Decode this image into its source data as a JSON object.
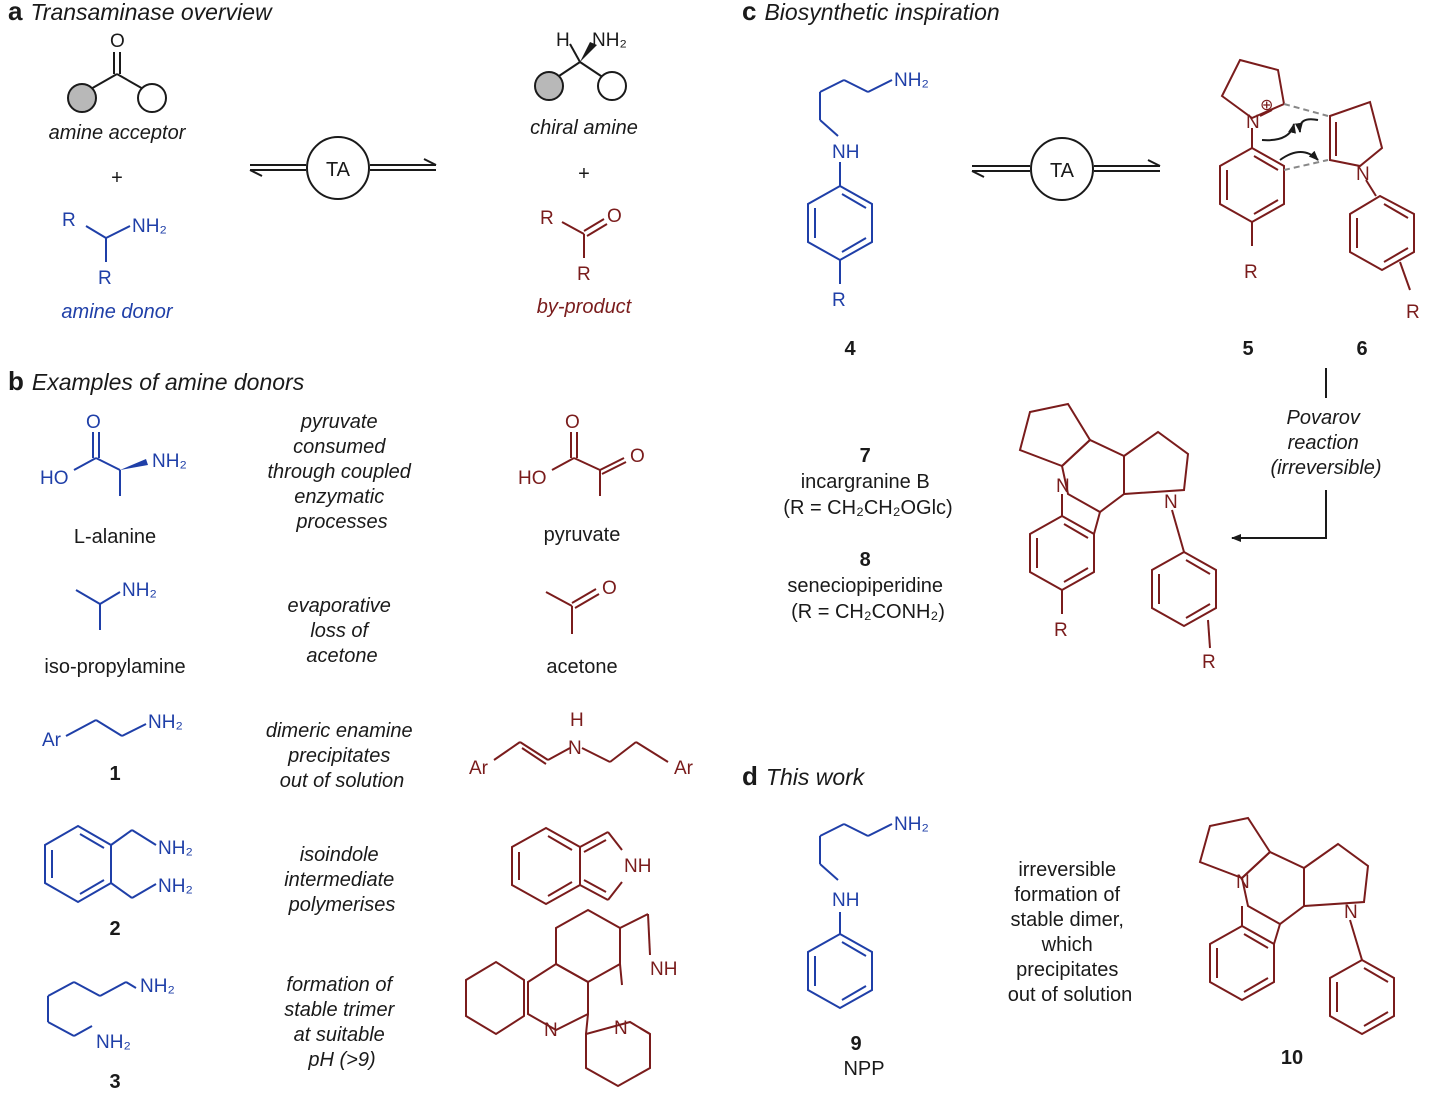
{
  "panels": {
    "a": {
      "letter": "a",
      "title": "Transaminase overview"
    },
    "b": {
      "letter": "b",
      "title": "Examples of amine donors"
    },
    "c": {
      "letter": "c",
      "title": "Biosynthetic inspiration"
    },
    "d": {
      "letter": "d",
      "title": "This work"
    }
  },
  "overview": {
    "enzyme": "TA",
    "plus": "+",
    "acceptor": "amine acceptor",
    "donor": "amine donor",
    "product": "chiral amine",
    "byproduct": "by-product",
    "atoms": {
      "O": "O",
      "H": "H",
      "NH2": "NH₂",
      "R": "R"
    }
  },
  "examples": [
    {
      "name": "L-alanine",
      "comment": [
        "pyruvate",
        "consumed",
        "through coupled",
        "enzymatic",
        "processes"
      ],
      "product": "pyruvate"
    },
    {
      "name": "iso-propylamine",
      "comment": [
        "evaporative",
        "loss of",
        "acetone"
      ],
      "product": "acetone"
    },
    {
      "name": "1",
      "comment": [
        "dimeric enamine",
        "precipitates",
        "out of solution"
      ],
      "product": ""
    },
    {
      "name": "2",
      "comment": [
        "isoindole",
        "intermediate",
        "polymerises"
      ],
      "product": ""
    },
    {
      "name": "3",
      "comment": [
        "formation of",
        "stable trimer",
        "at suitable",
        "pH (>9)"
      ],
      "product": ""
    }
  ],
  "example_atoms": {
    "HO": "HO",
    "O": "O",
    "NH2": "NH₂",
    "Ar": "Ar",
    "H": "H",
    "N": "N",
    "NH": "NH"
  },
  "biosynthesis": {
    "enzyme": "TA",
    "labels": {
      "c4": "4",
      "c5": "5",
      "c6": "6"
    },
    "atoms": {
      "NH2": "NH₂",
      "NH": "NH",
      "R": "R",
      "N": "N",
      "Nplus": "N",
      "plus": "⊕"
    },
    "step": [
      "Povarov",
      "reaction",
      "(irreversible)"
    ],
    "compound7": {
      "num": "7",
      "name": "incargranine B",
      "r": "(R = CH₂CH₂OGlc)"
    },
    "compound8": {
      "num": "8",
      "name": "seneciopiperidine",
      "r": "(R = CH₂CONH₂)"
    }
  },
  "thiswork": {
    "num9": "9",
    "abbr9": "NPP",
    "num10": "10",
    "comment": [
      "irreversible",
      "formation of",
      "stable dimer,",
      "which",
      "precipitates",
      "out of solution"
    ],
    "atoms": {
      "NH2": "NH₂",
      "NH": "NH",
      "N": "N"
    }
  },
  "colors": {
    "donor": "#1f3fa8",
    "byproduct": "#7a1c1c",
    "text": "#1a1a1a",
    "dashed": "#888888"
  }
}
